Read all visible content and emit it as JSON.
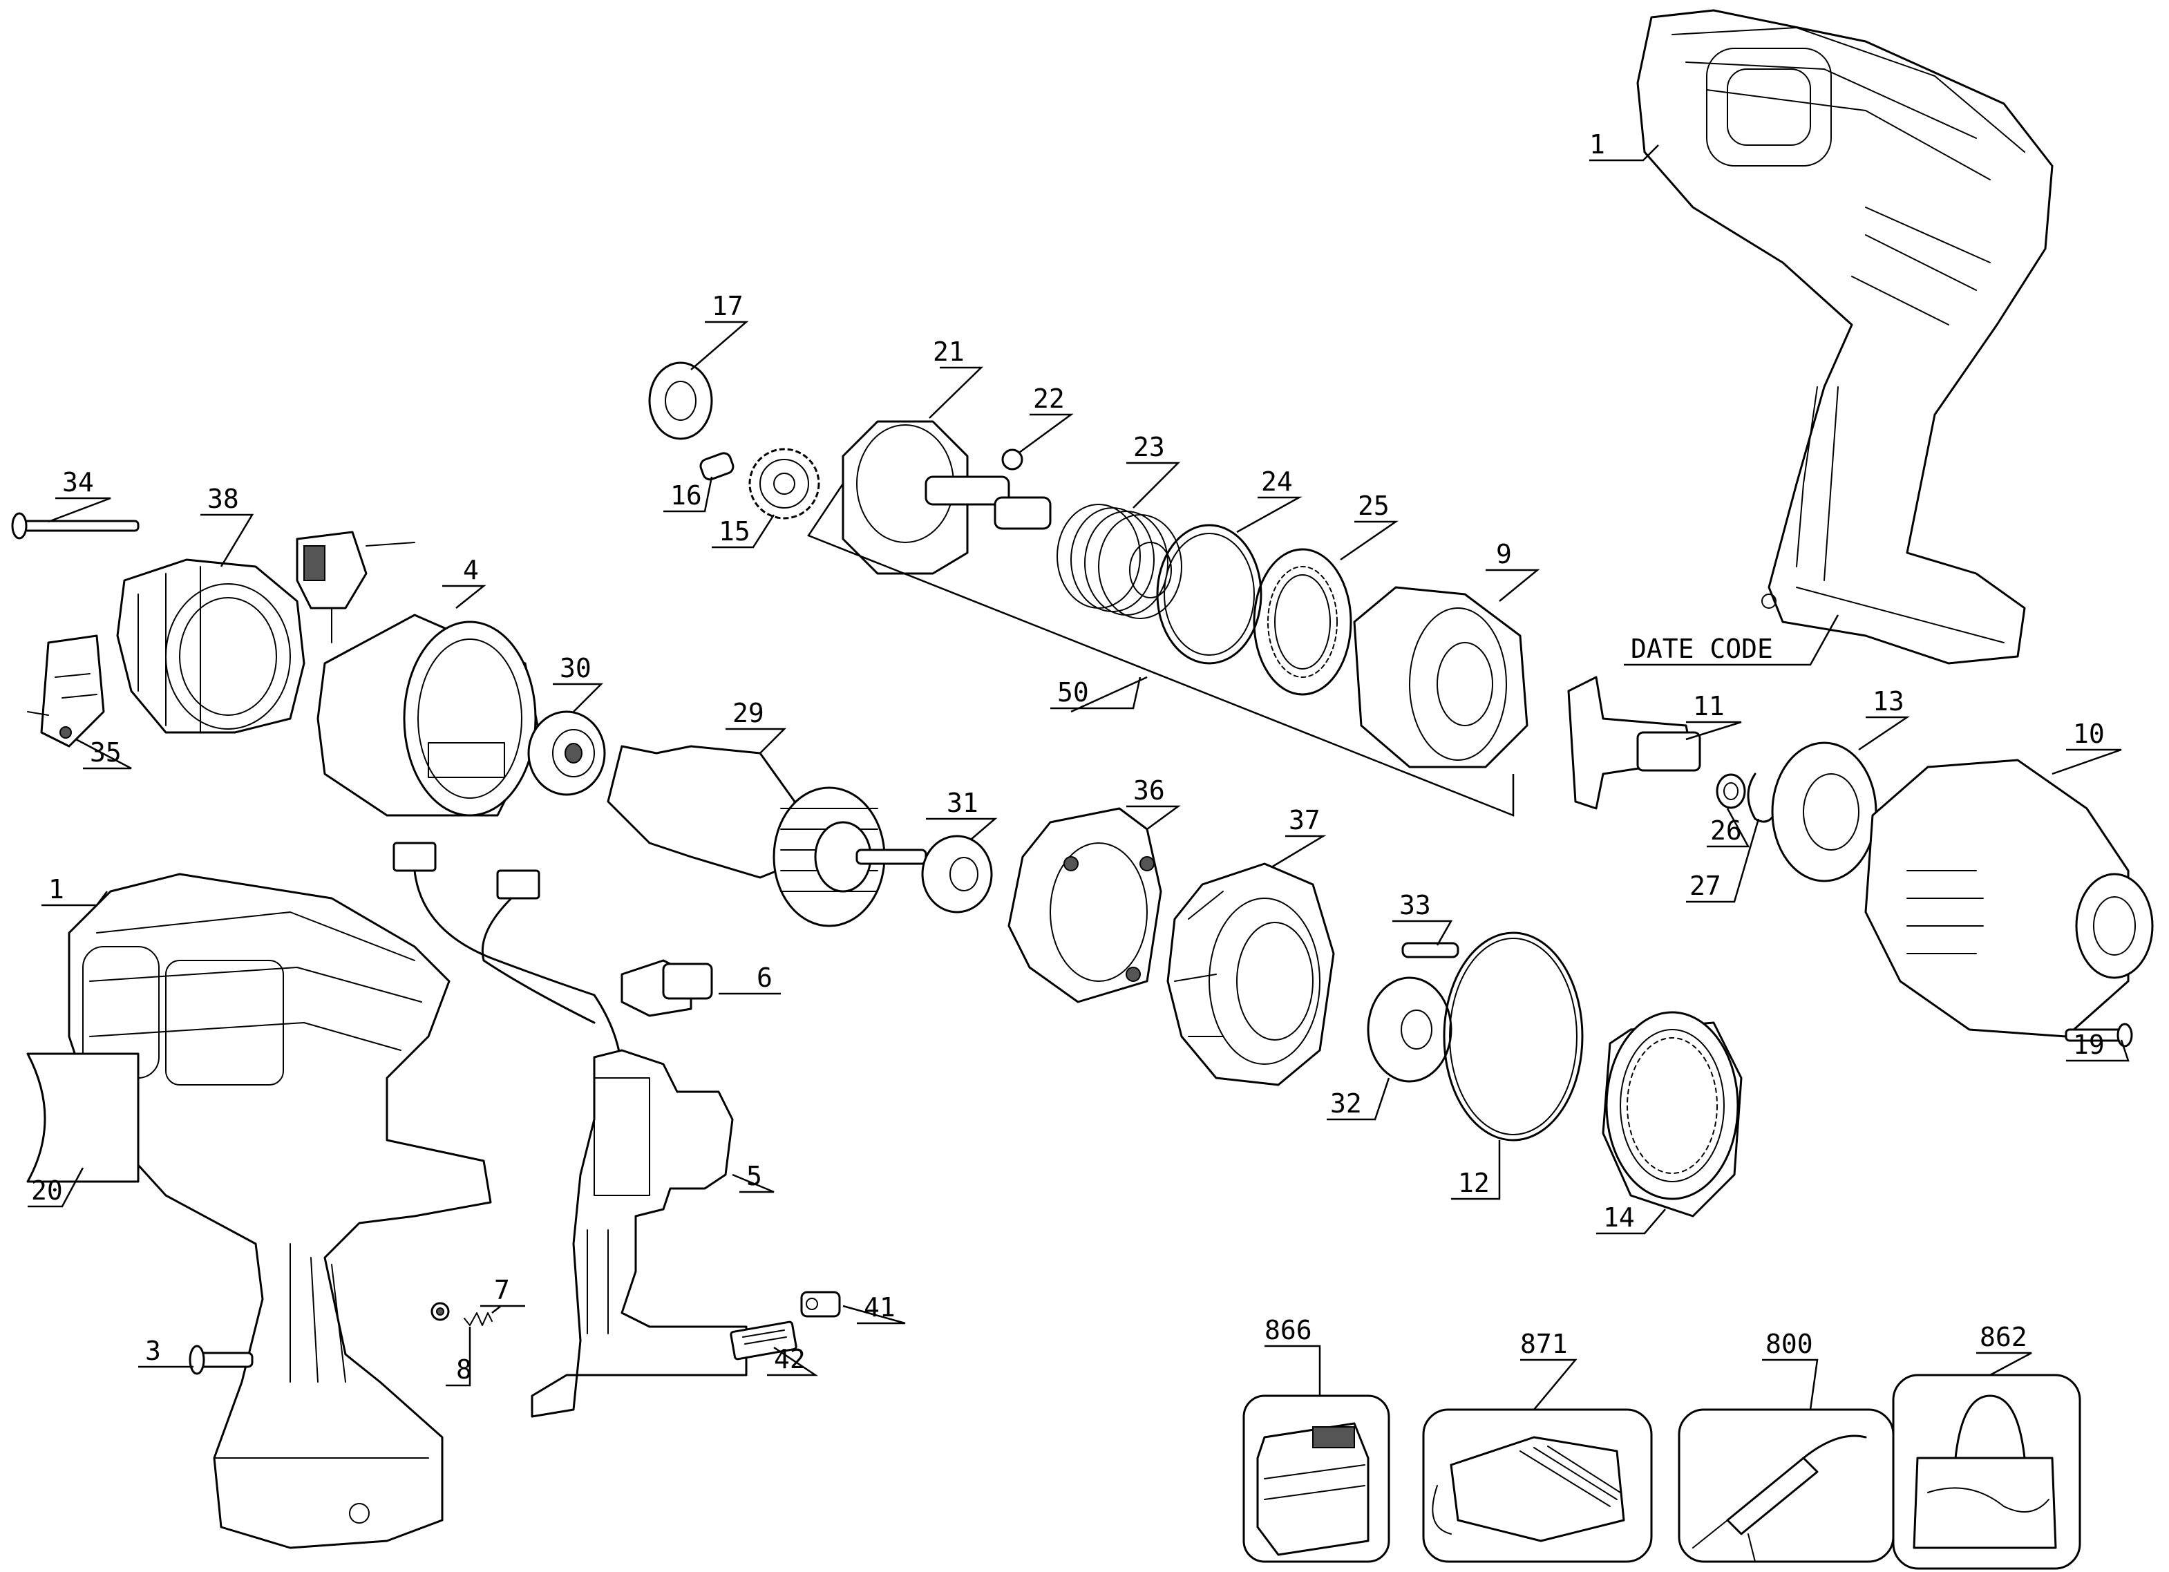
{
  "labels": [
    {
      "text": "1",
      "name": "housing-right"
    },
    {
      "text": "1",
      "name": "housing-left"
    },
    {
      "text": "3",
      "name": "screw"
    },
    {
      "text": "4",
      "name": "field"
    },
    {
      "text": "5",
      "name": "switch"
    },
    {
      "text": "6",
      "name": "connector"
    },
    {
      "text": "7",
      "name": "spring"
    },
    {
      "text": "8",
      "name": "button"
    },
    {
      "text": "9",
      "name": "hammer"
    },
    {
      "text": "10",
      "name": "nose-cover"
    },
    {
      "text": "11",
      "name": "anvil"
    },
    {
      "text": "12",
      "name": "o-ring"
    },
    {
      "text": "13",
      "name": "washer"
    },
    {
      "text": "14",
      "name": "ring-gear"
    },
    {
      "text": "15",
      "name": "planet-gear"
    },
    {
      "text": "16",
      "name": "pin"
    },
    {
      "text": "17",
      "name": "washer-small"
    },
    {
      "text": "19",
      "name": "nose-screw"
    },
    {
      "text": "20",
      "name": "nameplate"
    },
    {
      "text": "21",
      "name": "carrier"
    },
    {
      "text": "22",
      "name": "ball"
    },
    {
      "text": "23",
      "name": "spring-hammer"
    },
    {
      "text": "24",
      "name": "washer-large"
    },
    {
      "text": "25",
      "name": "thrust-bearing"
    },
    {
      "text": "26",
      "name": "washer-anvil"
    },
    {
      "text": "27",
      "name": "retaining-ring"
    },
    {
      "text": "29",
      "name": "armature"
    },
    {
      "text": "30",
      "name": "bearing-rear"
    },
    {
      "text": "31",
      "name": "bearing-front"
    },
    {
      "text": "32",
      "name": "bearing-gear"
    },
    {
      "text": "33",
      "name": "dowel-pin"
    },
    {
      "text": "34",
      "name": "long-screw"
    },
    {
      "text": "35",
      "name": "brush-holder"
    },
    {
      "text": "36",
      "name": "baffle"
    },
    {
      "text": "37",
      "name": "gear-case"
    },
    {
      "text": "38",
      "name": "end-cap"
    },
    {
      "text": "41",
      "name": "light-lens"
    },
    {
      "text": "42",
      "name": "circuit-board"
    },
    {
      "text": "50",
      "name": "mechanism-assembly"
    },
    {
      "text": "DATE CODE",
      "name": "date-code"
    }
  ],
  "accessories": [
    {
      "text": "866",
      "name": "battery-pack"
    },
    {
      "text": "871",
      "name": "charger"
    },
    {
      "text": "800",
      "name": "drill-attachment"
    },
    {
      "text": "862",
      "name": "tool-bag"
    }
  ]
}
